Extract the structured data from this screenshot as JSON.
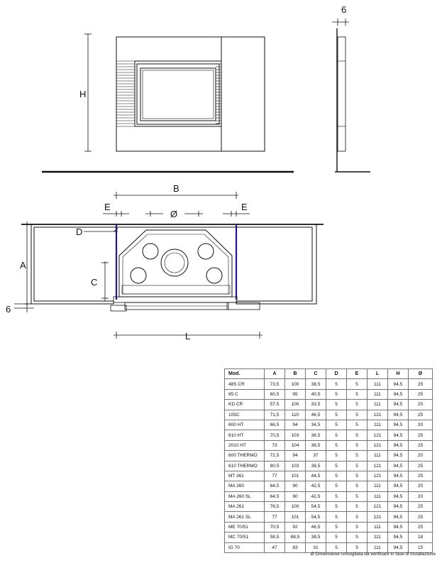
{
  "labels": {
    "height": "H",
    "depth_offset": "6",
    "width_b": "B",
    "gap_e": "E",
    "diameter": "Ø",
    "offset_d": "D",
    "height_a": "A",
    "height_c": "C",
    "bottom_offset": "6",
    "length_l": "L"
  },
  "table": {
    "columns": [
      "Mod.",
      "A",
      "B",
      "C",
      "D",
      "E",
      "L",
      "H",
      "Ø"
    ],
    "rows": [
      [
        "48S CR",
        "73,5",
        "100",
        "38,5",
        "5",
        "5",
        "111",
        "94,5",
        "25"
      ],
      [
        "85 C",
        "60,5",
        "95",
        "40,5",
        "5",
        "5",
        "111",
        "94,5",
        "25"
      ],
      [
        "KD CR",
        "57,5",
        "100",
        "33,5",
        "5",
        "5",
        "111",
        "94,5",
        "20"
      ],
      [
        "105C",
        "71,5",
        "110",
        "46,5",
        "5",
        "5",
        "121",
        "94,5",
        "25"
      ],
      [
        "600 HT",
        "66,5",
        "94",
        "34,5",
        "5",
        "5",
        "111",
        "94,5",
        "20"
      ],
      [
        "610 HT",
        "70,5",
        "103",
        "36,5",
        "5",
        "5",
        "121",
        "94,5",
        "25"
      ],
      [
        "2010 HT",
        "73",
        "104",
        "36,5",
        "5",
        "5",
        "121",
        "94,5",
        "25"
      ],
      [
        "600 THERMO",
        "72,5",
        "94",
        "37",
        "5",
        "5",
        "111",
        "94,5",
        "20"
      ],
      [
        "610 THERMO",
        "80,5",
        "103",
        "38,5",
        "5",
        "5",
        "121",
        "94,5",
        "25"
      ],
      [
        "MT 361",
        "77",
        "101",
        "44,5",
        "5",
        "5",
        "121",
        "94,5",
        "25"
      ],
      [
        "MA 260",
        "64,5",
        "90",
        "42,5",
        "5",
        "5",
        "111",
        "94,5",
        "20"
      ],
      [
        "MA 260 SL",
        "64,5",
        "90",
        "42,5",
        "5",
        "5",
        "111",
        "94,5",
        "20"
      ],
      [
        "MA 261",
        "76,5",
        "100",
        "54,5",
        "5",
        "5",
        "121",
        "94,5",
        "25"
      ],
      [
        "MA 261 SL",
        "77",
        "101",
        "54,5",
        "5",
        "5",
        "121",
        "94,5",
        "25"
      ],
      [
        "ME 70/51",
        "70,5",
        "92",
        "46,5",
        "5",
        "5",
        "111",
        "94,5",
        "25"
      ],
      [
        "MC 70/51",
        "58,5",
        "88,5",
        "38,5",
        "5",
        "5",
        "111",
        "94,5",
        "18"
      ],
      [
        "IG 70",
        "47",
        "83",
        "31",
        "5",
        "5",
        "111",
        "94,5",
        "15"
      ]
    ]
  },
  "note": "Ø Dimensione consigliata da verificare in fase di installazione",
  "colors": {
    "line": "#111111",
    "accent_blue": "#1a1a8c"
  },
  "icons": {
    "fireplace_front": "fireplace-front-view",
    "fireplace_side": "fireplace-side-view",
    "fireplace_plan": "fireplace-plan-view"
  }
}
